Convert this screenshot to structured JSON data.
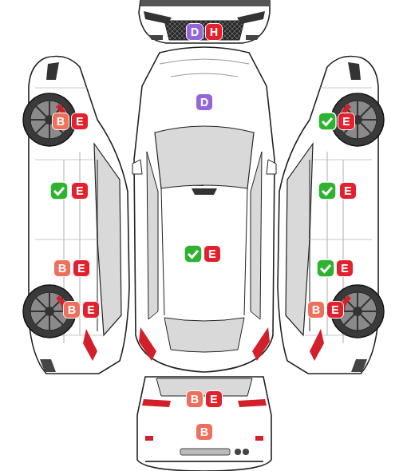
{
  "diagram": {
    "nodes": [
      {
        "text": [
          "D"
        ]
      },
      {
        "text": [
          "H"
        ]
      },
      {
        "text": [
          "D"
        ]
      },
      {
        "text": [
          "B"
        ]
      },
      {
        "text": [
          "E"
        ]
      },
      {
        "text": [
          "E"
        ]
      },
      {
        "text": [
          "E"
        ]
      },
      {
        "text": [
          "E"
        ]
      },
      {
        "text": [
          "E"
        ]
      },
      {
        "text": [
          "B"
        ]
      },
      {
        "text": [
          "E"
        ]
      },
      {
        "text": [
          "E"
        ]
      },
      {
        "text": [
          "B"
        ]
      },
      {
        "text": [
          "E"
        ]
      },
      {
        "text": [
          "B"
        ]
      },
      {
        "text": [
          "E"
        ]
      },
      {
        "text": [
          "B"
        ]
      },
      {
        "text": [
          "E"
        ]
      },
      {
        "text": [
          "B"
        ]
      }
    ]
  }
}
